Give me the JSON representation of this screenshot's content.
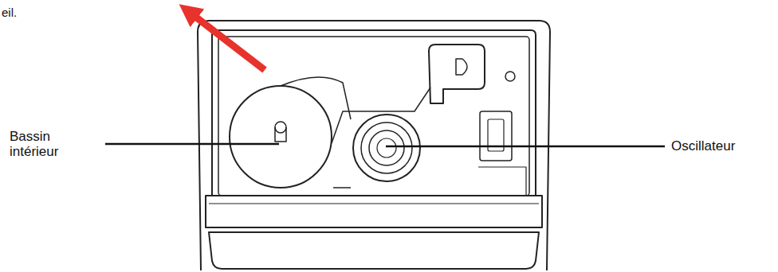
{
  "diagram": {
    "labels": [
      "eil.",
      "Bassin intérieur",
      "Oscillateur"
    ]
  }
}
